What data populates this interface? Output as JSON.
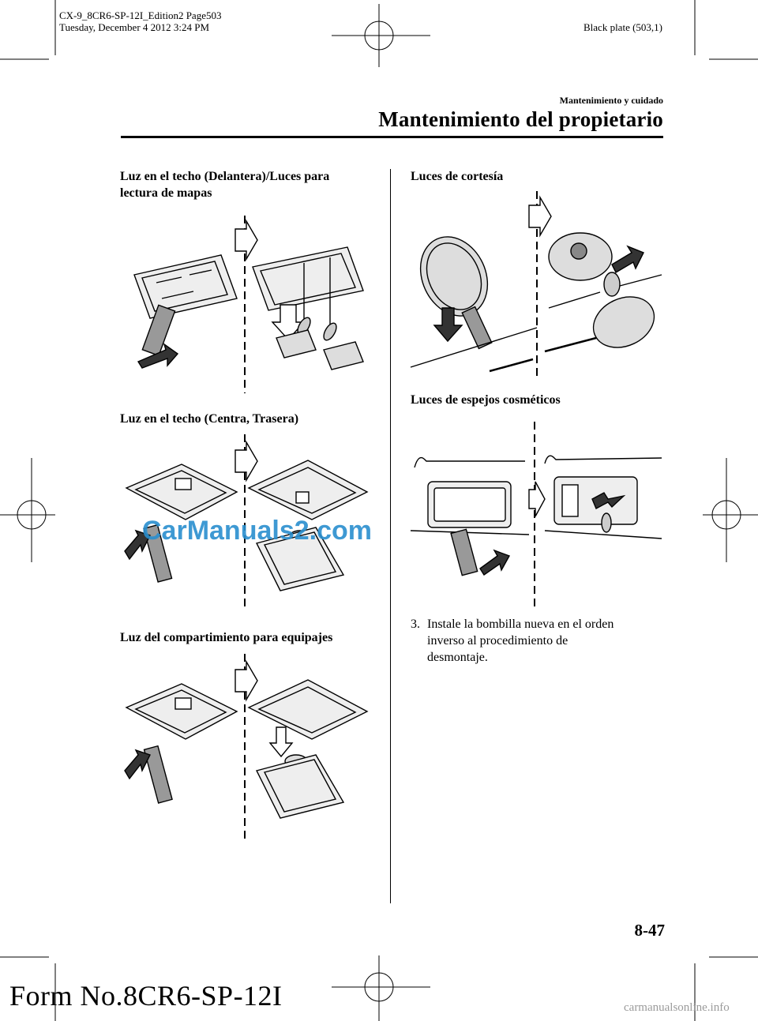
{
  "print_header": {
    "file_line": "CX-9_8CR6-SP-12I_Edition2 Page503",
    "date_line": "Tuesday, December 4 2012 3:24 PM",
    "plate": "Black plate (503,1)"
  },
  "section": {
    "chapter": "Mantenimiento y cuidado",
    "title": "Mantenimiento del propietario"
  },
  "left_column": {
    "heading_1_line1": "Luz en el techo (Delantera)/Luces para",
    "heading_1_line2": "lectura de mapas",
    "heading_2": "Luz en el techo (Centra, Trasera)",
    "heading_3": "Luz del compartimiento para equipajes"
  },
  "right_column": {
    "heading_1": "Luces de cortesía",
    "heading_2": "Luces de espejos cosméticos",
    "step_number": "3.",
    "step_line1": "Instale la bombilla nueva en el orden",
    "step_line2": "inverso al procedimiento de",
    "step_line3": "desmontaje."
  },
  "watermark": "CarManuals2.com",
  "page_number": "8-47",
  "form_number": "Form No.8CR6-SP-12I",
  "footer_site": "carmanualsonline.info"
}
